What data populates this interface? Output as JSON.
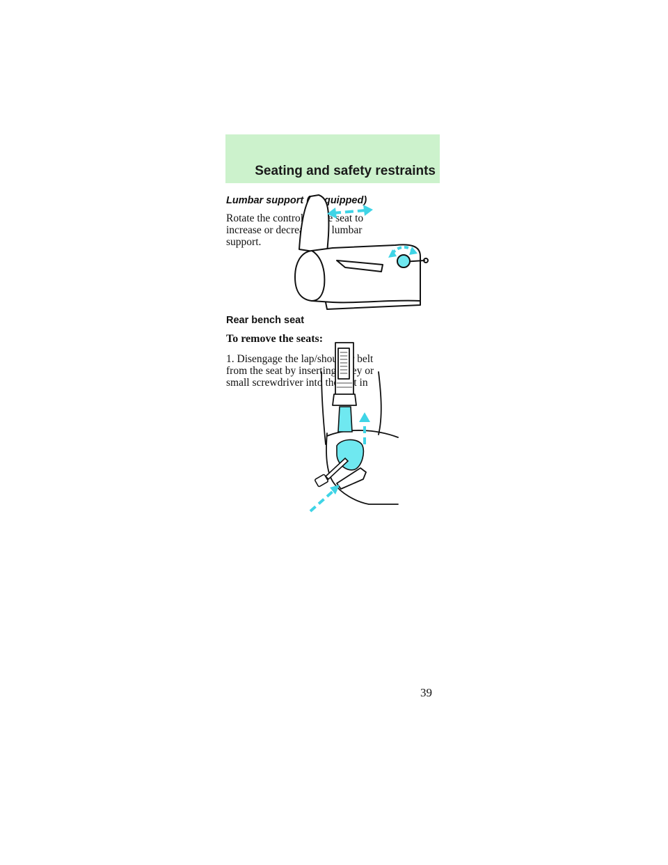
{
  "header": {
    "title": "Seating and safety restraints"
  },
  "lumbar": {
    "heading": "Lumbar support (if equipped)",
    "body": "Rotate the control on the seat to increase or decrease the lumbar support."
  },
  "rear_bench": {
    "heading": "Rear bench seat",
    "subheading": "To remove the seats:",
    "step1": "1. Disengage the lap/shoulder belt from the seat by inserting a key or small screwdriver into the slot in"
  },
  "colors": {
    "header_band": "#ccf2cc",
    "accent_cyan": "#6fe8f0"
  },
  "page_number": "39"
}
